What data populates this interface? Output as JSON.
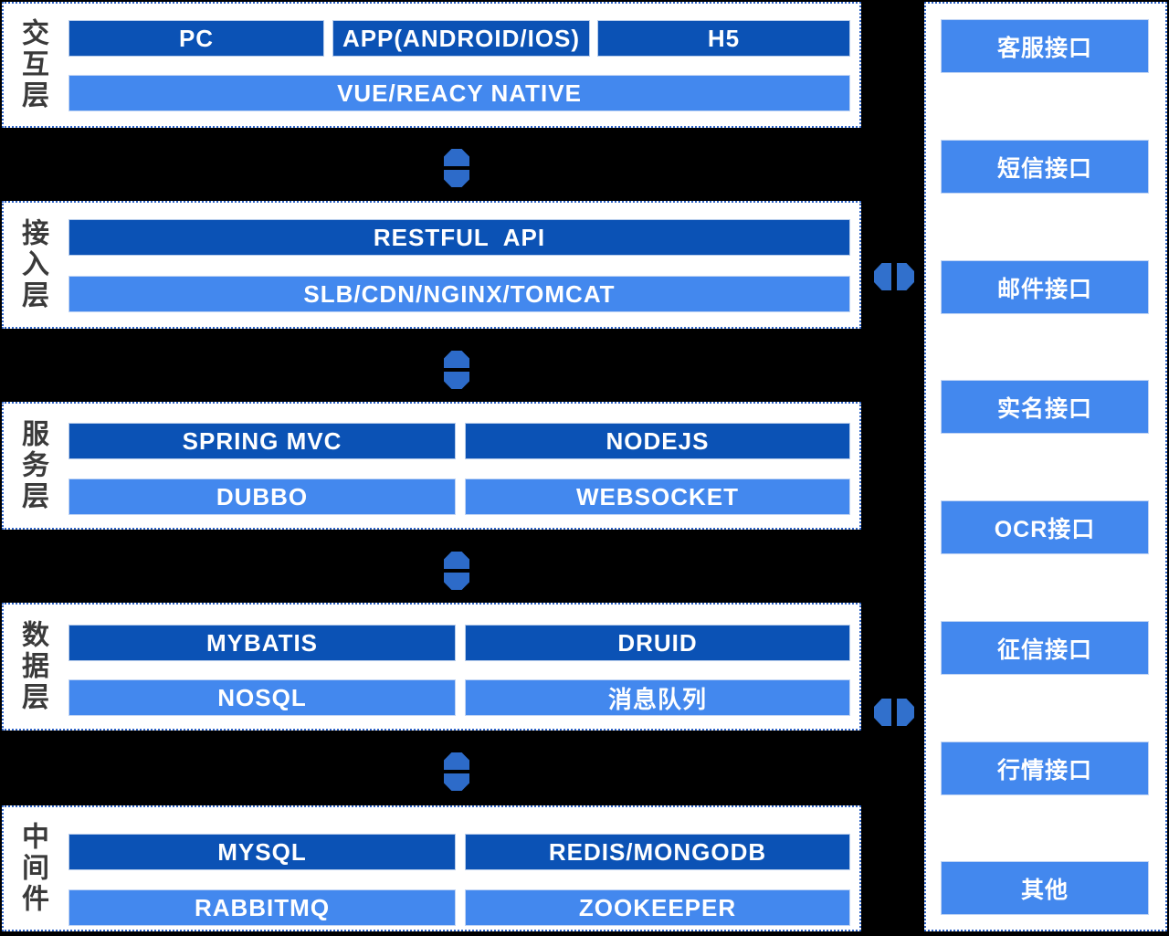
{
  "colors": {
    "dark_blue": "#0b52b5",
    "light_blue": "#4388ee",
    "arrow_blue": "#2d6bc9",
    "dotted_border_blue": "#2e63c6",
    "label_gray": "#3a3a3a",
    "background": "#000000"
  },
  "icons": {
    "flow": "up-down-arrow",
    "link": "left-right-arrow"
  },
  "layers": [
    {
      "label": "交互层",
      "rows": [
        [
          "PC",
          "APP(ANDROID/IOS)",
          "H5"
        ],
        [
          "VUE/REACY NATIVE"
        ]
      ]
    },
    {
      "label": "接入层",
      "rows": [
        [
          "RESTFUL  API"
        ],
        [
          "SLB/CDN/NGINX/TOMCAT"
        ]
      ]
    },
    {
      "label": "服务层",
      "rows": [
        [
          "SPRING MVC",
          "NODEJS"
        ],
        [
          "DUBBO",
          "WEBSOCKET"
        ]
      ]
    },
    {
      "label": "数据层",
      "rows": [
        [
          "MYBATIS",
          "DRUID"
        ],
        [
          "NOSQL",
          "消息队列"
        ]
      ]
    },
    {
      "label": "中间件",
      "rows": [
        [
          "MYSQL",
          "REDIS/MONGODB"
        ],
        [
          "RABBITMQ",
          "ZOOKEEPER"
        ]
      ]
    }
  ],
  "interfaces": [
    "客服接口",
    "短信接口",
    "邮件接口",
    "实名接口",
    "OCR接口",
    "征信接口",
    "行情接口",
    "其他"
  ]
}
